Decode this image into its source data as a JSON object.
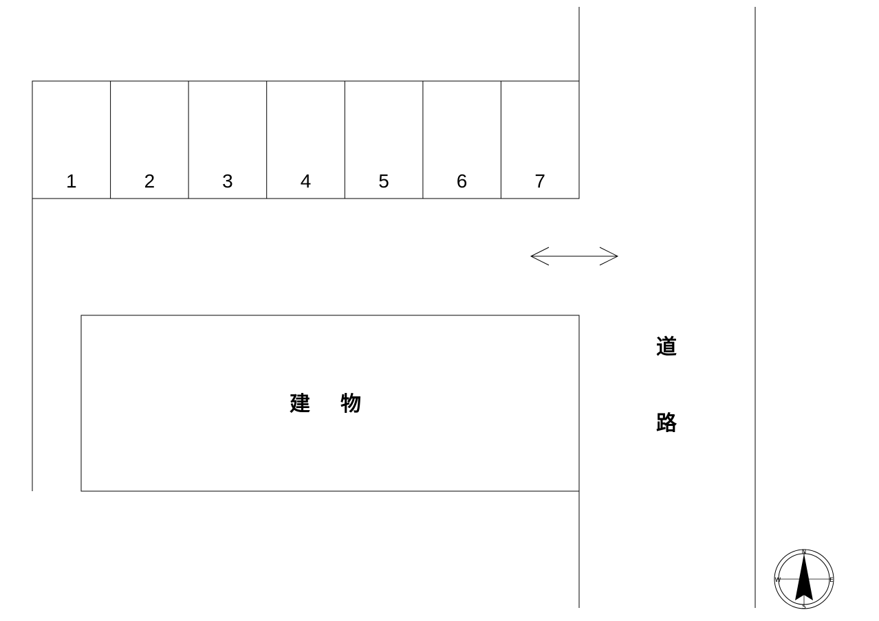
{
  "parking": {
    "spaces": [
      "1",
      "2",
      "3",
      "4",
      "5",
      "6",
      "7"
    ]
  },
  "building": {
    "label_char1": "建",
    "label_char2": "物"
  },
  "road": {
    "label_char1": "道",
    "label_char2": "路"
  },
  "compass": {
    "north": "N",
    "south": "S",
    "east": "E",
    "west": "W"
  },
  "icons": {
    "arrow": "double-arrow-icon",
    "compass": "compass-icon"
  }
}
